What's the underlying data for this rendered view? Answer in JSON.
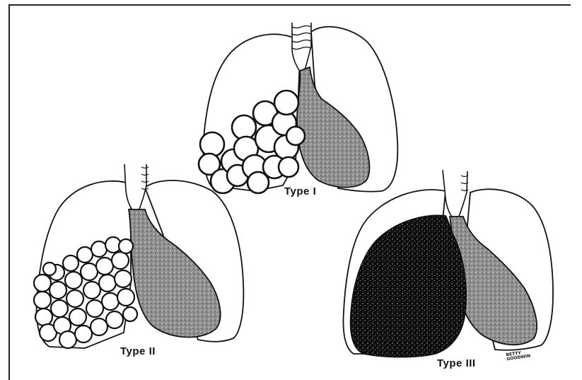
{
  "figure": {
    "labels": {
      "type1": "Type I",
      "type2": "Type II",
      "type3": "Type III"
    },
    "signature": [
      "BETTY",
      "GOODWIN"
    ],
    "colors": {
      "ink": "#111111",
      "stipple_dark": "#111111",
      "stipple_mid": "#8a8a8a",
      "paper": "#ffffff"
    }
  }
}
